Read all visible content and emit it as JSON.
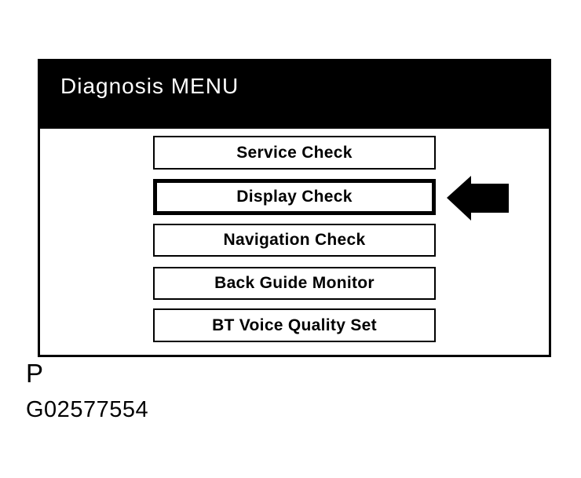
{
  "screen": {
    "title": "Diagnosis MENU",
    "menu_items": [
      {
        "label": "Service Check",
        "selected": false
      },
      {
        "label": "Display Check",
        "selected": true
      },
      {
        "label": "Navigation Check",
        "selected": false
      },
      {
        "label": "Back Guide Monitor",
        "selected": false
      },
      {
        "label": "BT Voice Quality Set",
        "selected": false
      }
    ]
  },
  "annotations": {
    "arrow_icon": "left-arrow",
    "page_letter": "P",
    "figure_id": "G02577554"
  },
  "colors": {
    "background": "#ffffff",
    "foreground": "#000000",
    "header_bg": "#000000",
    "header_text": "#ffffff"
  }
}
